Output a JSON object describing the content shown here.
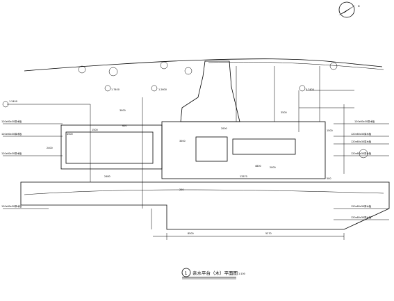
{
  "title": {
    "number": "1",
    "text": "亲水平台（木）平面图",
    "scale": "1:100"
  },
  "north": {
    "label": "N"
  },
  "elevations": [
    {
      "id": "e1",
      "text": "1.7400"
    },
    {
      "id": "e2",
      "text": "1.2600"
    },
    {
      "id": "e3",
      "text": "1.2400"
    },
    {
      "id": "e4",
      "text": "0.7400"
    }
  ],
  "dimensions": [
    {
      "id": "d1",
      "text": "3000"
    },
    {
      "id": "d2",
      "text": "600"
    },
    {
      "id": "d3",
      "text": "1500"
    },
    {
      "id": "d4",
      "text": "4500"
    },
    {
      "id": "d5",
      "text": "3000"
    },
    {
      "id": "d6",
      "text": "2000"
    },
    {
      "id": "d7",
      "text": "3500"
    },
    {
      "id": "d8",
      "text": "2000"
    },
    {
      "id": "d9",
      "text": "1500"
    },
    {
      "id": "d10",
      "text": "2400"
    },
    {
      "id": "d11",
      "text": "2480"
    },
    {
      "id": "d12",
      "text": "13570"
    },
    {
      "id": "d13",
      "text": "4800"
    },
    {
      "id": "d14",
      "text": "5270"
    },
    {
      "id": "d15",
      "text": "8500"
    },
    {
      "id": "d16",
      "text": "500"
    },
    {
      "id": "d17",
      "text": "200"
    }
  ],
  "notes": [
    {
      "id": "n1",
      "text": "120x60x30厚木板"
    },
    {
      "id": "n2",
      "text": "120x60x30厚木板"
    },
    {
      "id": "n3",
      "text": "120x60x30厚木板"
    },
    {
      "id": "n4",
      "text": "120x60x30厚木板"
    },
    {
      "id": "n5",
      "text": "120x60x30厚木板"
    },
    {
      "id": "n6",
      "text": "120x60x30厚木板"
    },
    {
      "id": "n7",
      "text": "120x60x30厚木板"
    },
    {
      "id": "n8",
      "text": "120x60x30厚木板"
    },
    {
      "id": "n9",
      "text": "120x60x30厚木板"
    },
    {
      "id": "n10",
      "text": "120x60x30厚木板"
    }
  ]
}
